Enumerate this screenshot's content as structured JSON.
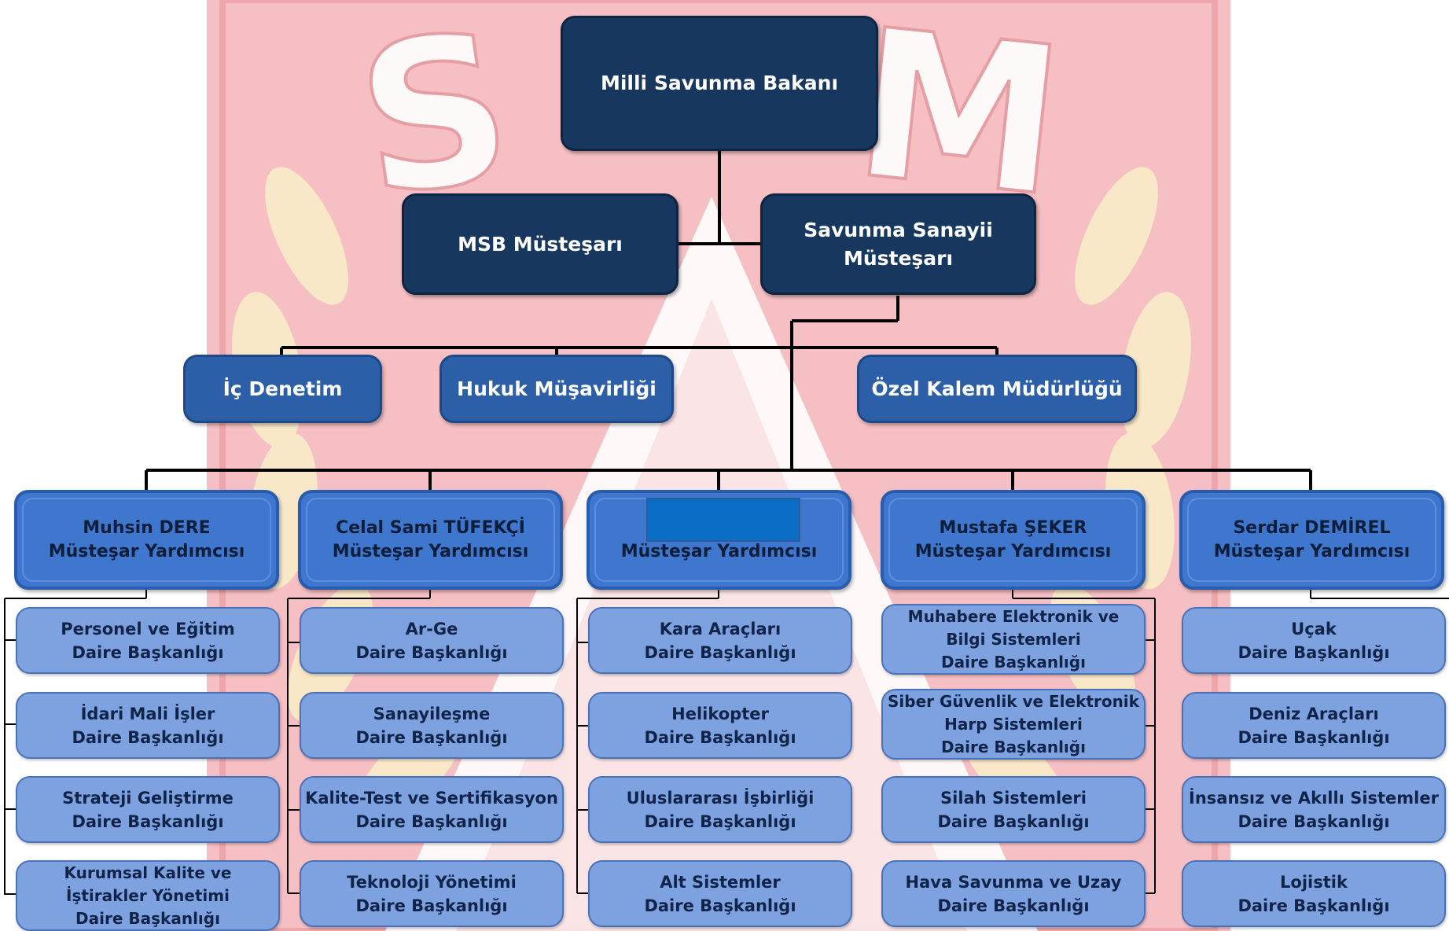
{
  "watermark": {
    "letters": [
      "S",
      "M"
    ],
    "colors": {
      "red": "#f4b4b8",
      "white": "#ffffff",
      "wreath": "#f8f0c8"
    }
  },
  "top": {
    "minister": "Milli Savunma Bakanı",
    "msb_undersecretary": "MSB Müsteşarı",
    "ssm_undersecretary": [
      "Savunma Sanayii",
      "Müsteşarı"
    ]
  },
  "units": {
    "internal_audit": "İç Denetim",
    "legal_counsel": "Hukuk Müşavirliği",
    "private_office": "Özel Kalem Müdürlüğü"
  },
  "deputies": [
    {
      "name": "Muhsin DERE",
      "title": "Müsteşar Yardımcısı",
      "departments": [
        [
          "Personel ve Eğitim",
          "Daire Başkanlığı"
        ],
        [
          "İdari Mali İşler",
          "Daire Başkanlığı"
        ],
        [
          "Strateji Geliştirme",
          "Daire Başkanlığı"
        ],
        [
          "Kurumsal Kalite ve",
          "İştirakler Yönetimi",
          "Daire Başkanlığı"
        ]
      ]
    },
    {
      "name": "Celal Sami TÜFEKÇİ",
      "title": "Müsteşar Yardımcısı",
      "departments": [
        [
          "Ar-Ge",
          "Daire Başkanlığı"
        ],
        [
          "Sanayileşme",
          "Daire Başkanlığı"
        ],
        [
          "Kalite-Test ve Sertifikasyon",
          "Daire Başkanlığı"
        ],
        [
          "Teknoloji Yönetimi",
          "Daire Başkanlığı"
        ]
      ]
    },
    {
      "name": "",
      "title": "Müsteşar Yardımcısı",
      "departments": [
        [
          "Kara Araçları",
          "Daire Başkanlığı"
        ],
        [
          "Helikopter",
          "Daire Başkanlığı"
        ],
        [
          "Uluslararası İşbirliği",
          "Daire Başkanlığı"
        ],
        [
          "Alt Sistemler",
          "Daire Başkanlığı"
        ]
      ]
    },
    {
      "name": "Mustafa ŞEKER",
      "title": "Müsteşar Yardımcısı",
      "departments": [
        [
          "Muhabere Elektronik ve",
          "Bilgi Sistemleri",
          "Daire Başkanlığı"
        ],
        [
          "Siber Güvenlik ve Elektronik",
          "Harp Sistemleri",
          "Daire Başkanlığı"
        ],
        [
          "Silah Sistemleri",
          "Daire Başkanlığı"
        ],
        [
          "Hava Savunma ve Uzay",
          "Daire Başkanlığı"
        ]
      ]
    },
    {
      "name": "Serdar DEMİREL",
      "title": "Müsteşar Yardımcısı",
      "departments": [
        [
          "Uçak",
          "Daire Başkanlığı"
        ],
        [
          "Deniz Araçları",
          "Daire Başkanlığı"
        ],
        [
          "İnsansız ve Akıllı Sistemler",
          "Daire Başkanlığı"
        ],
        [
          "Lojistik",
          "Daire Başkanlığı"
        ]
      ]
    }
  ],
  "colors": {
    "top_box": "#17375e",
    "mid_box": "#2c5fa8",
    "deputy_box": "#3f77cf",
    "department_box": "#7ea2e0",
    "connector": "#000000",
    "redaction": "#0a6fc4"
  }
}
